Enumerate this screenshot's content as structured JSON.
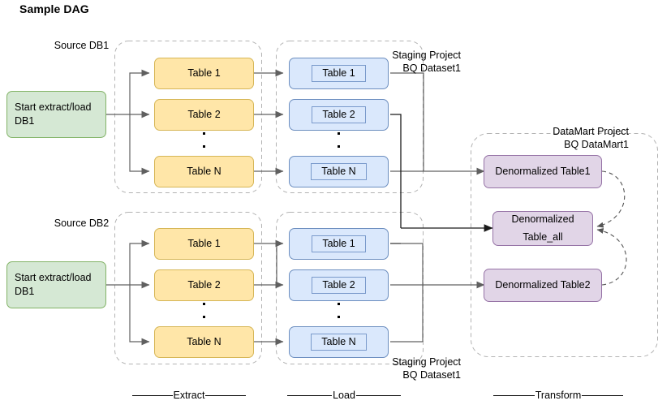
{
  "title": "Sample DAG",
  "groups": {
    "source_db1": "Source DB1",
    "source_db2": "Source DB2",
    "staging_top": "Staging Project\nBQ Dataset1",
    "staging_bottom": "Staging Project\nBQ Dataset1",
    "datamart": "DataMart Project\nBQ DataMart1"
  },
  "start_nodes": [
    {
      "label": "Start extract/load\nDB1"
    },
    {
      "label": "Start extract/load\nDB1"
    }
  ],
  "extract_top": [
    {
      "label": "Table 1"
    },
    {
      "label": "Table 2"
    },
    {
      "label": "Table N"
    }
  ],
  "extract_bottom": [
    {
      "label": "Table 1"
    },
    {
      "label": "Table 2"
    },
    {
      "label": "Table N"
    }
  ],
  "load_top": [
    {
      "label": "Table 1"
    },
    {
      "label": "Table 2"
    },
    {
      "label": "Table N"
    }
  ],
  "load_bottom": [
    {
      "label": "Table 1"
    },
    {
      "label": "Table 2"
    },
    {
      "label": "Table N"
    }
  ],
  "transform": [
    {
      "label": "Denormalized Table1"
    },
    {
      "label": "Denormalized\nTable_all"
    },
    {
      "label": "Denormalized Table2"
    }
  ],
  "phases": [
    {
      "label": "Extract"
    },
    {
      "label": "Load"
    },
    {
      "label": "Transform"
    }
  ],
  "colors": {
    "green_fill": "#d5e8d4",
    "green_stroke": "#82b366",
    "orange_fill": "#ffe6a8",
    "orange_stroke": "#d6b656",
    "blue_fill": "#dae8fc",
    "blue_stroke": "#6c8ebf",
    "purple_fill": "#e1d5e7",
    "purple_stroke": "#9673a6",
    "edge": "#606060",
    "group_stroke": "#b3b3b3"
  }
}
